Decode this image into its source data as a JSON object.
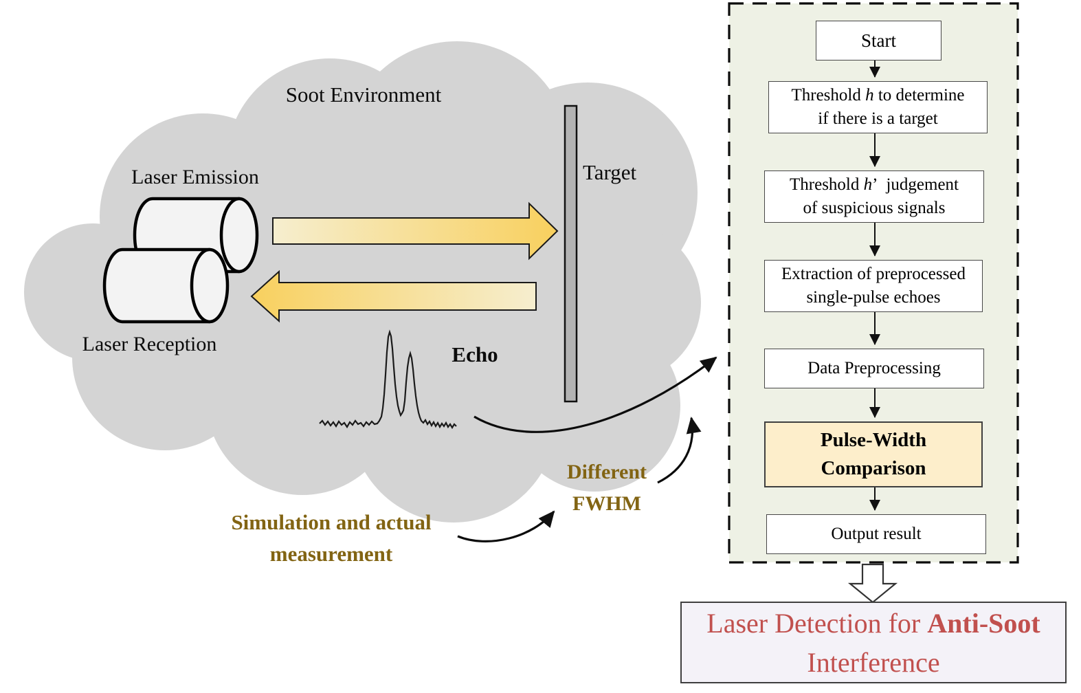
{
  "scene": {
    "soot_environment_label": "Soot Environment",
    "laser_emission_label": "Laser Emission",
    "laser_reception_label": "Laser Reception",
    "target_label": "Target",
    "echo_label": "Echo",
    "different_fwhm": {
      "line1": "Different",
      "line2": "FWHM"
    },
    "simulation_note": {
      "line1": "Simulation and actual",
      "line2": "measurement"
    },
    "icons": {
      "cloud": "soot-cloud-shape",
      "cylinders": "laser-emitter-receiver-cylinders",
      "emission_arrow": "emitted-beam-arrow-right",
      "reception_arrow": "reflected-beam-arrow-left",
      "target_bar": "target-plate",
      "echo_waveform": "double-peak-echo-signal"
    }
  },
  "flowchart": {
    "steps": {
      "start": "Start",
      "threshold_h": {
        "pre": "Threshold ",
        "var": "h",
        "post": " to determine",
        "line2": "if there is a target"
      },
      "threshold_h_prime": {
        "pre": "Threshold ",
        "var": "h",
        "prime": "’",
        "post": "judgement",
        "line2": "of suspicious signals"
      },
      "extraction": {
        "line1": "Extraction of preprocessed",
        "line2": "single-pulse echoes"
      },
      "preprocessing": "Data Preprocessing",
      "pulse_width": {
        "line1": "Pulse-Width",
        "line2": "Comparison"
      },
      "output": "Output result"
    },
    "result": {
      "pre": "Laser Detection for ",
      "emphasis": "Anti-Soot",
      "line2": "Interference"
    }
  },
  "colors": {
    "cloud": "#d4d4d4",
    "panel_bg": "#eef1e5",
    "pulse_box_bg": "#fdeecb",
    "result_bg": "#f4f2f8",
    "result_text": "#c1504e",
    "gold_text": "#826413",
    "beam_light": "#f6eecf",
    "beam_dark": "#f8d05e",
    "target_fill": "#b3b3b3"
  }
}
